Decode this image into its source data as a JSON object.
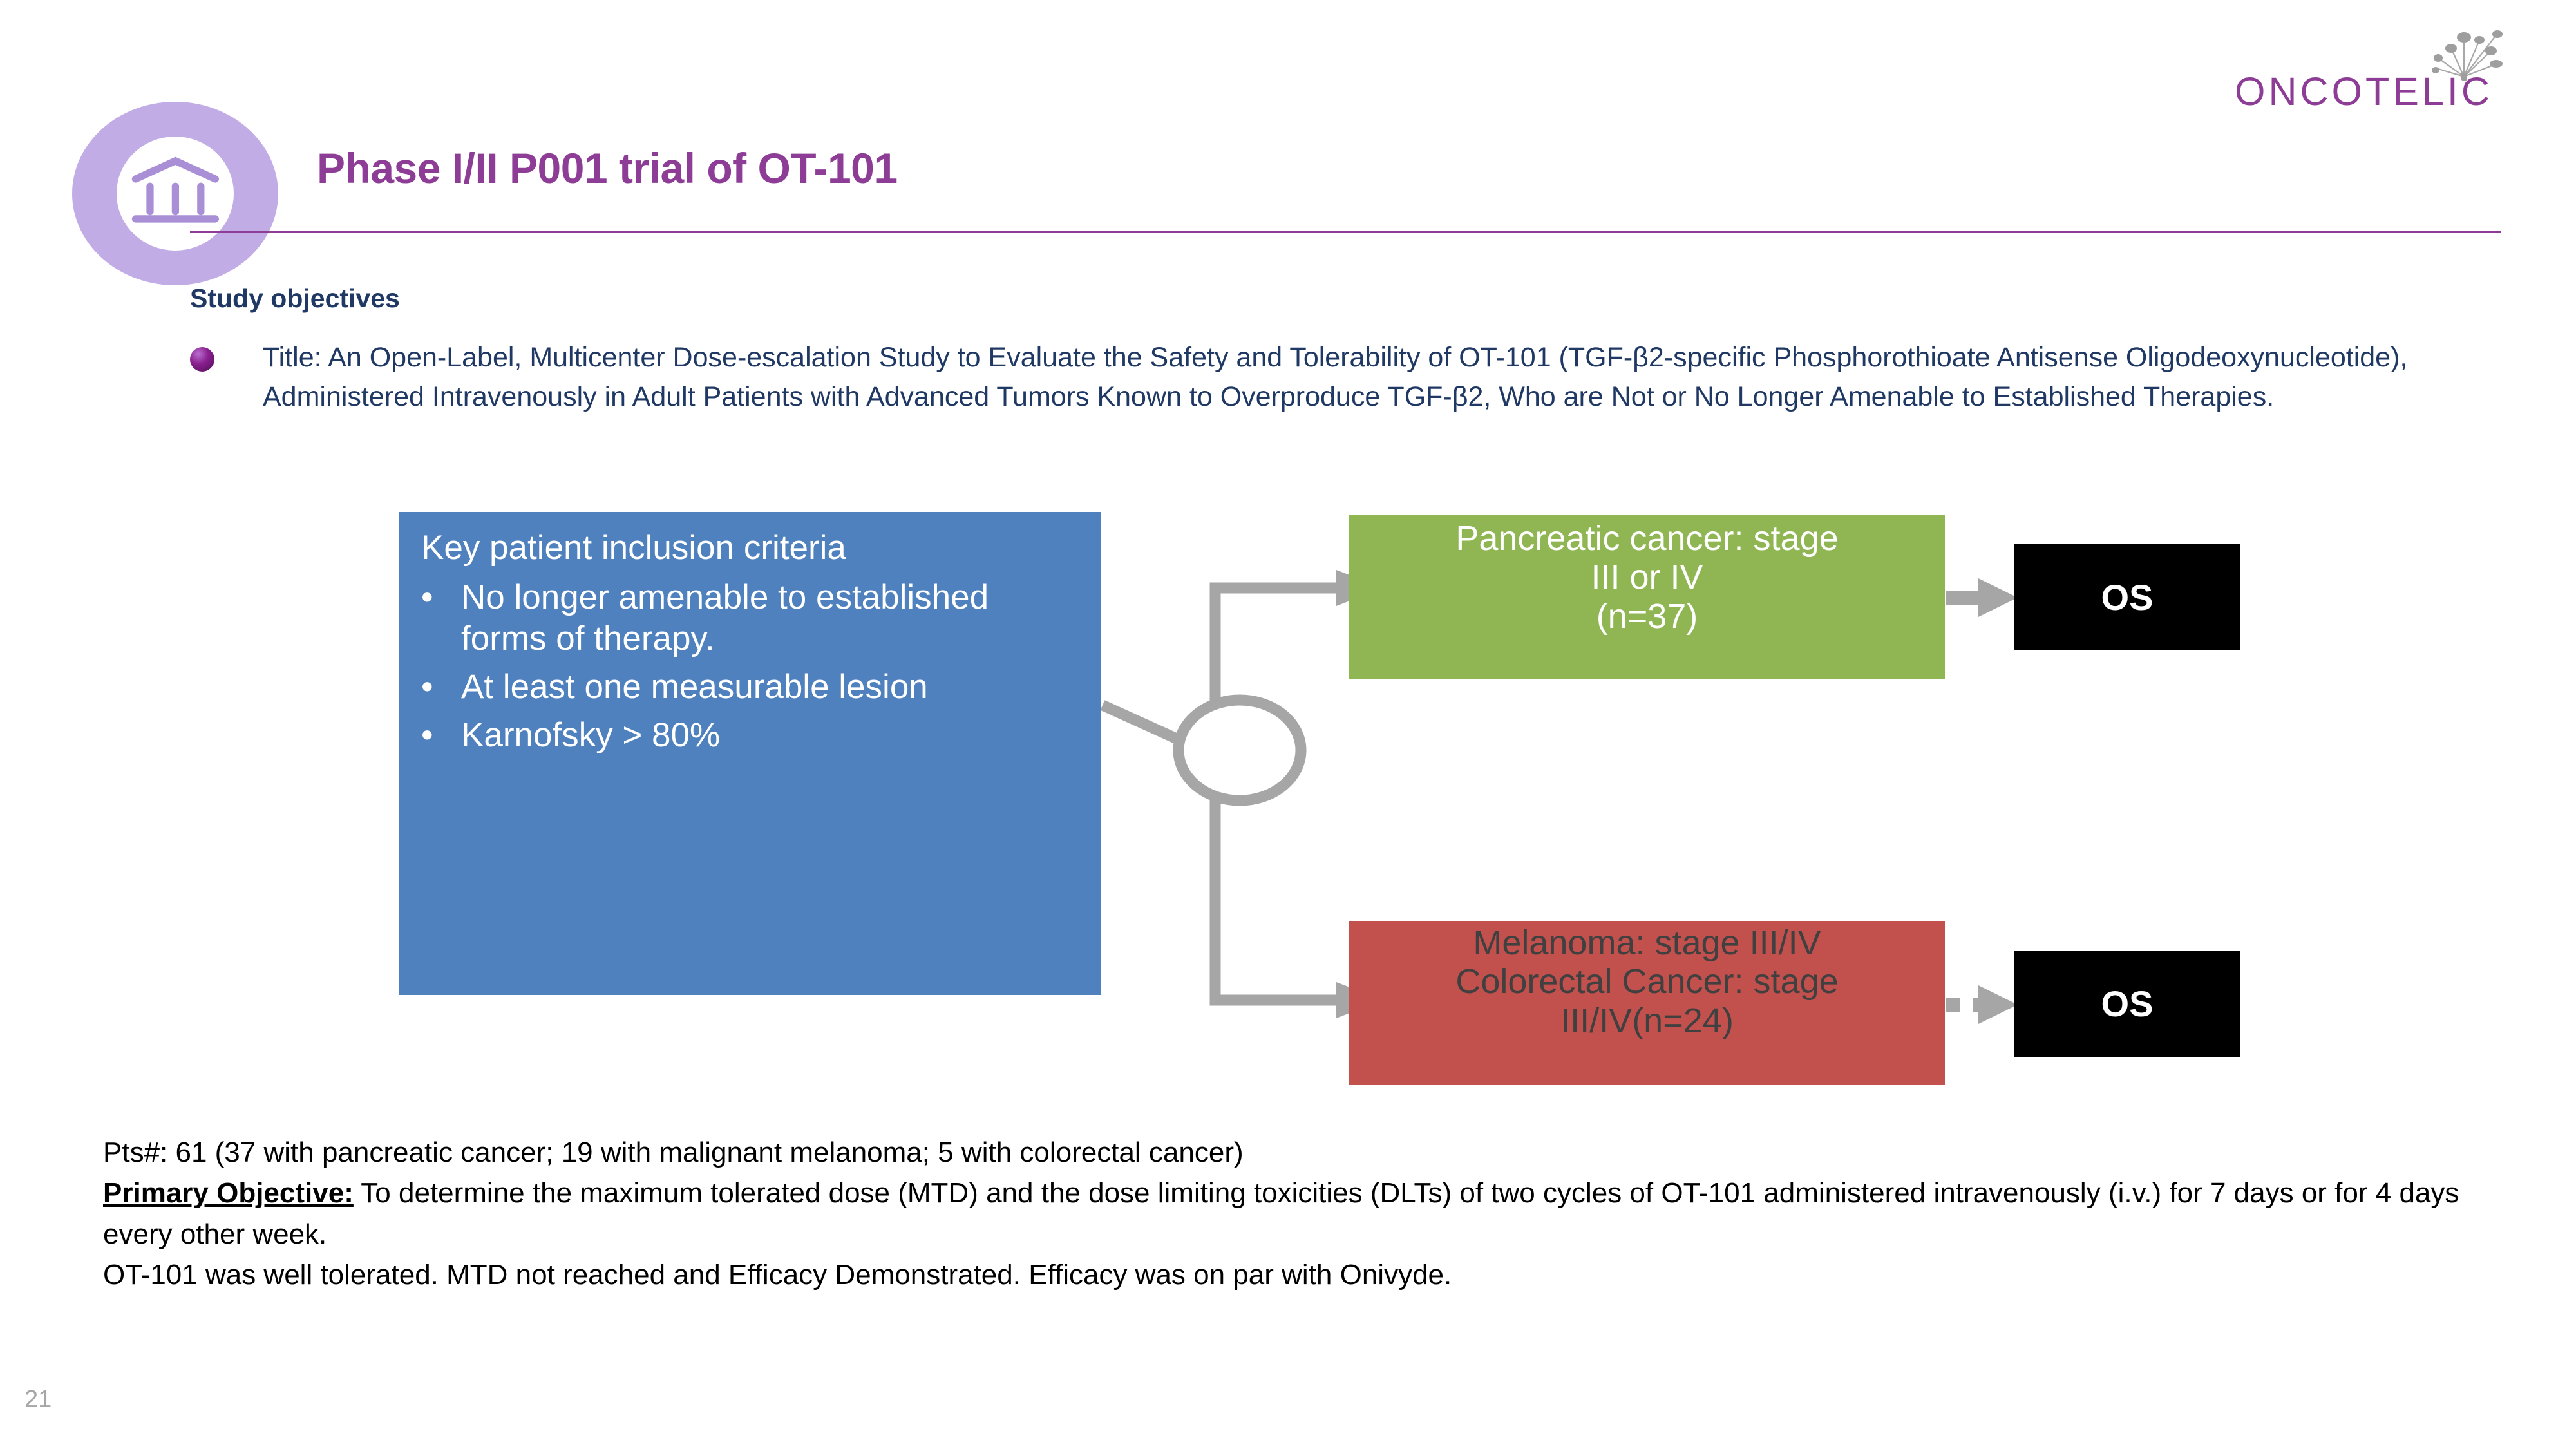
{
  "brand": {
    "wordmark": "ONCOTELIC",
    "wordmark_color": "#8d3d96",
    "dandelion_icon": "dandelion-icon"
  },
  "header": {
    "title": "Phase I/II P001 trial of OT-101",
    "title_color": "#8d3d96",
    "badge_icon": "bank-building-icon",
    "rule_color": "#8d3d96"
  },
  "objectives": {
    "heading": "Study objectives",
    "heading_color": "#1f3864",
    "bullet_icon": "purple-sphere-bullet",
    "text": "Title: An Open-Label, Multicenter Dose-escalation Study to Evaluate the Safety and Tolerability of OT-101 (TGF-β2-specific Phosphorothioate Antisense Oligodeoxynucleotide), Administered Intravenously in Adult Patients with Advanced Tumors Known to Overproduce TGF-β2, Who are Not or No Longer Amenable to Established Therapies."
  },
  "diagram": {
    "inclusion": {
      "title": "Key patient inclusion criteria",
      "bg_color": "#4e81bd",
      "bullet_glyph": "•",
      "items": [
        "No longer amenable to established forms of therapy.",
        "At least one measurable lesion",
        "Karnofsky > 80%"
      ]
    },
    "pancreatic": {
      "bg_color": "#8fb653",
      "line1": "Pancreatic cancer: stage",
      "line2": "III or IV",
      "line3": "(n=37)"
    },
    "melanoma": {
      "bg_color": "#c2504c",
      "line1": "Melanoma: stage III/IV",
      "line2": "Colorectal Cancer: stage",
      "line3": "III/IV(n=24)"
    },
    "os_top": {
      "label": "OS",
      "bg_color": "#000000"
    },
    "os_bottom": {
      "label": "OS",
      "bg_color": "#000000"
    },
    "connector_color": "#a6a6a6",
    "junction_icon": "ellipse-junction-node"
  },
  "footer": {
    "line1": "Pts#: 61 (37 with pancreatic cancer; 19 with malignant melanoma; 5 with colorectal cancer)",
    "line2_label": "Primary Objective:",
    "line2_rest": " To determine the maximum tolerated dose (MTD) and the dose limiting toxicities (DLTs) of two cycles of OT-101 administered intravenously (i.v.) for 7 days or for 4 days every other week.",
    "line3": "OT-101 was well tolerated. MTD not reached and Efficacy Demonstrated. Efficacy was on par with Onivyde."
  },
  "page_number": "21"
}
